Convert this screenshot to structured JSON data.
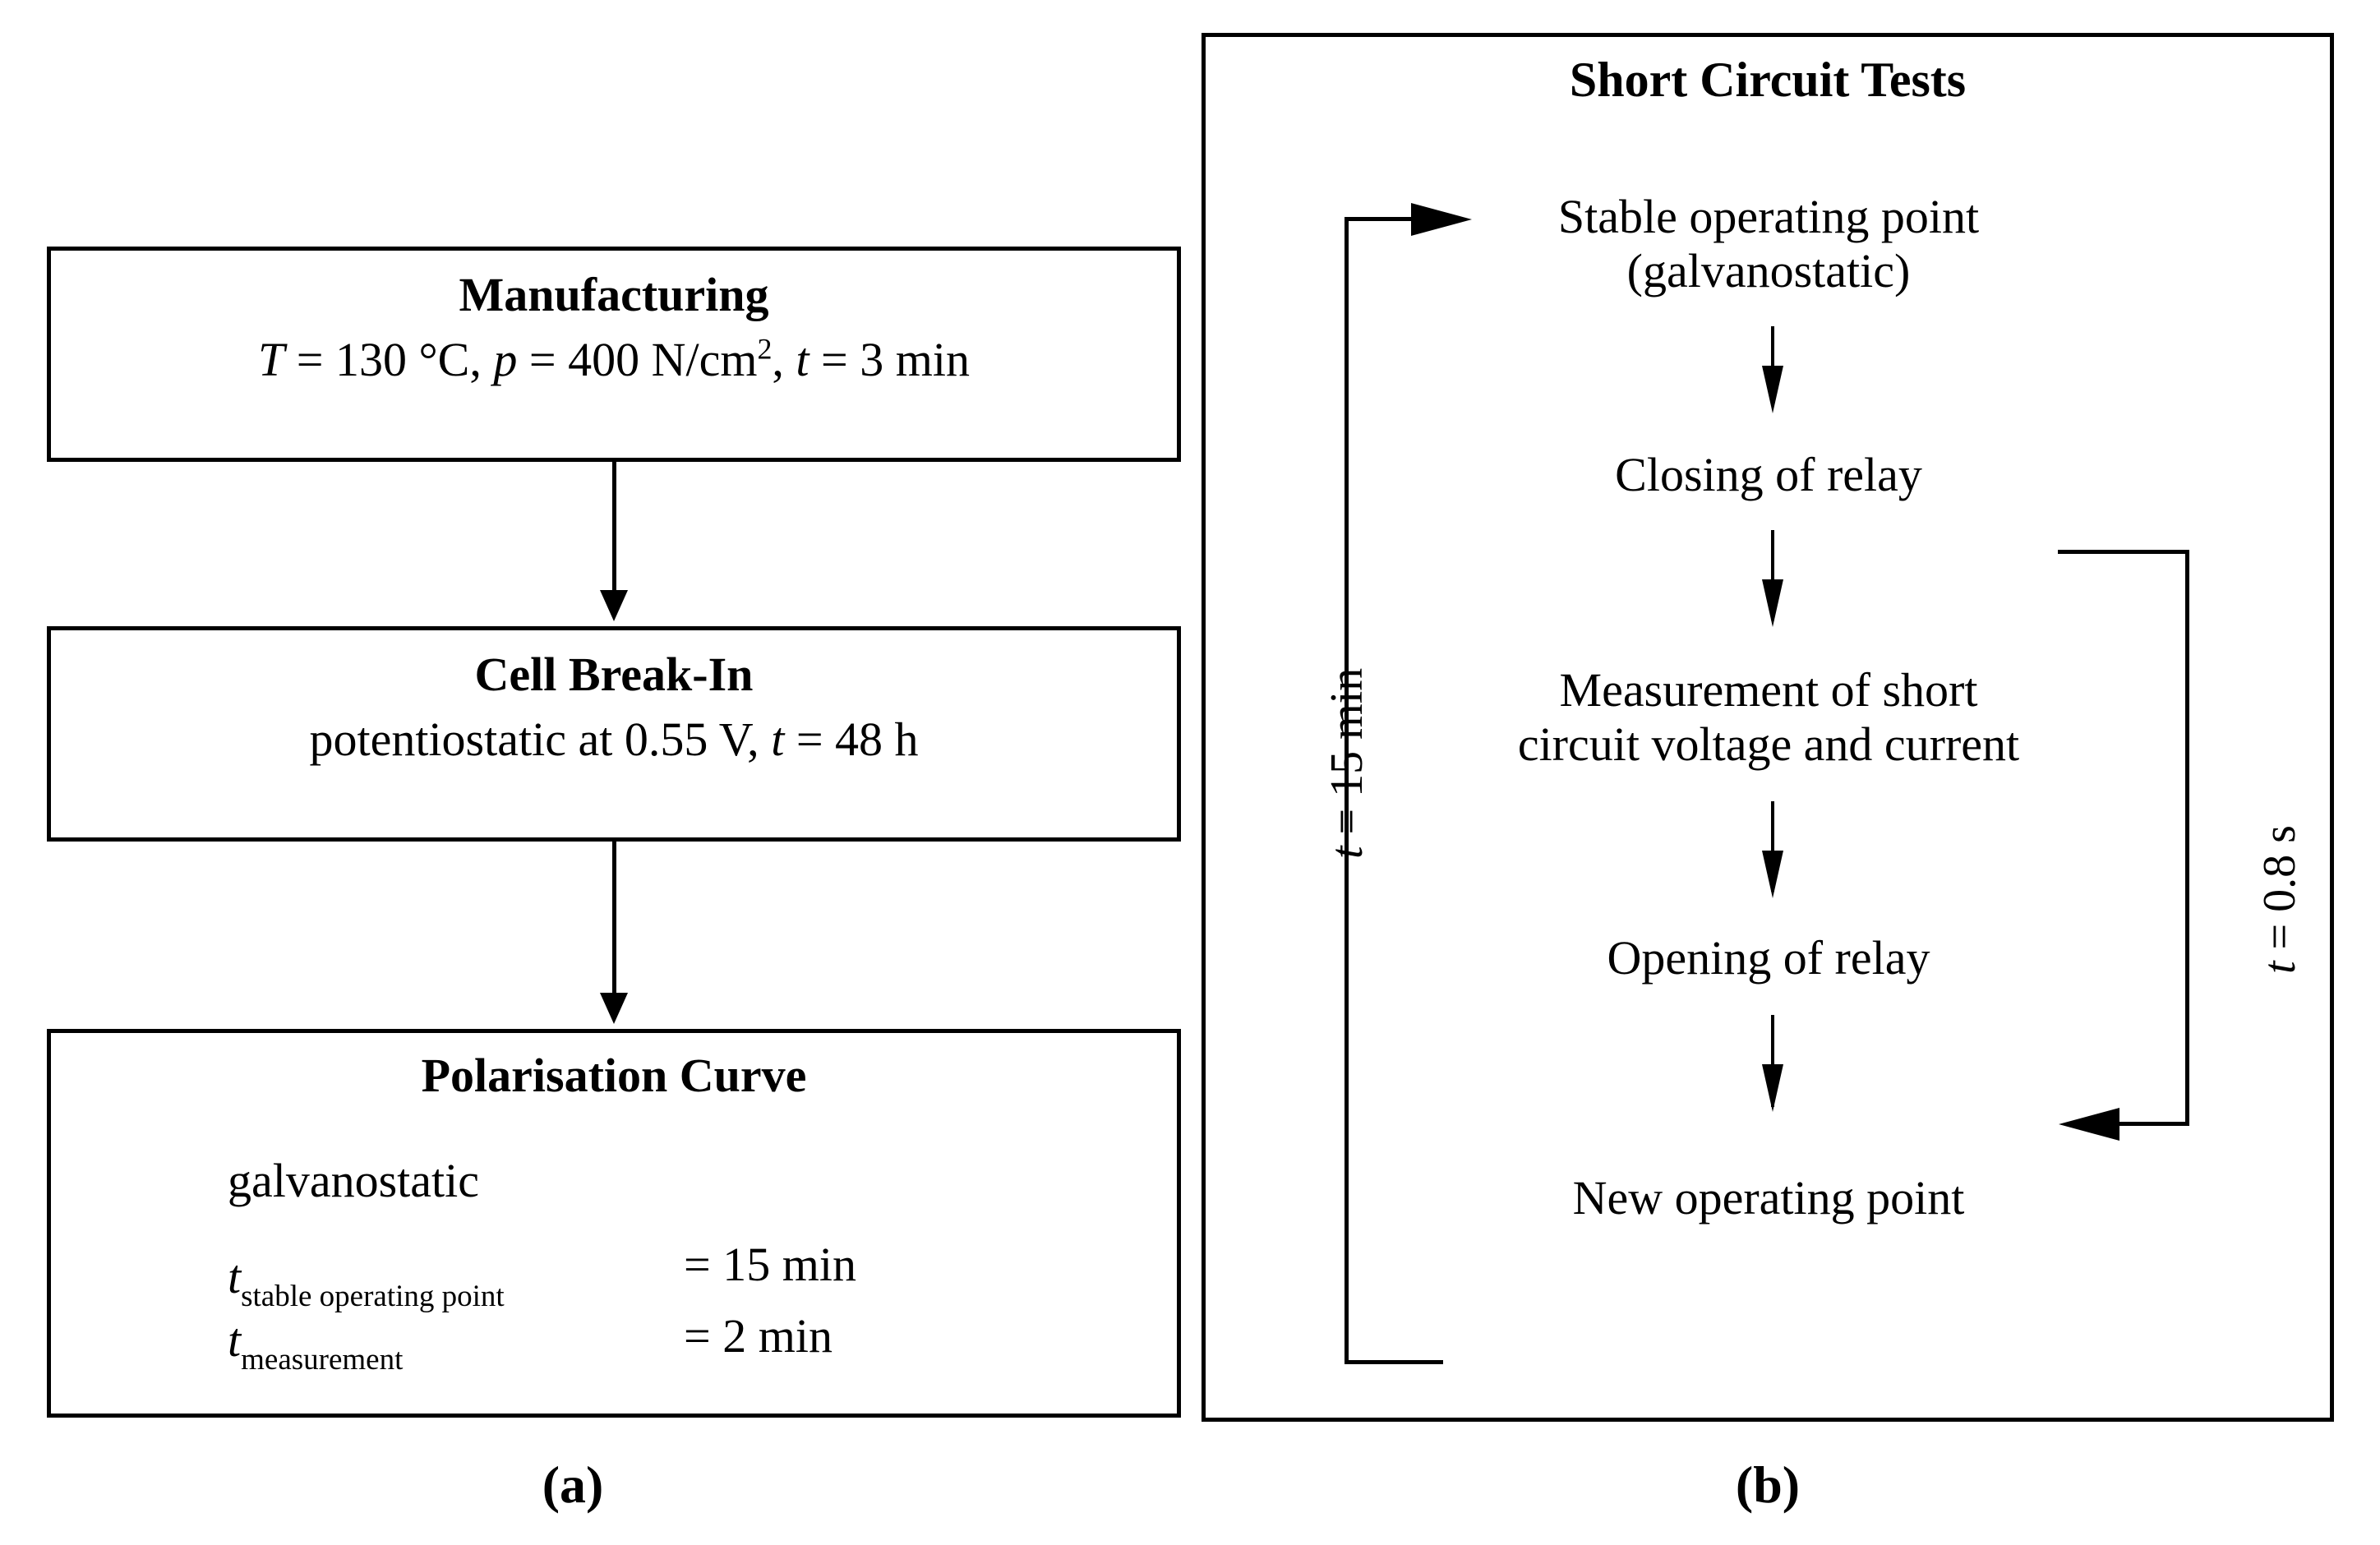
{
  "figure": {
    "panel_a": {
      "caption": "(a)",
      "boxes": [
        {
          "title": "Manufacturing",
          "line_prefix": "T",
          "line_rest": " = 130 °C, ",
          "line_p": "p",
          "line_rest2": " = 400 N/cm",
          "line_sup": "2",
          "line_rest3": ", ",
          "line_t": "t",
          "line_rest4": " = 3 min",
          "detail_plain": "T = 130 °C, p = 400 N/cm², t  = 3 min"
        },
        {
          "title": "Cell Break-In",
          "detail_pre": "potentiostatic at 0.55 V, ",
          "detail_t": "t",
          "detail_post": " = 48 h",
          "detail_plain": "potentiostatic at 0.55 V, t = 48 h"
        },
        {
          "title": "Polarisation Curve",
          "mode": "galvanostatic",
          "params": [
            {
              "symbol": "t",
              "subscript": "stable operating point",
              "value": "= 15 min"
            },
            {
              "symbol": "t",
              "subscript": "measurement",
              "value": "= 2 min"
            }
          ]
        }
      ]
    },
    "panel_b": {
      "caption": "(b)",
      "title": "Short Circuit Tests",
      "nodes": [
        {
          "id": "stable-operating-point",
          "line1": "Stable operating point",
          "line2": "(galvanostatic)"
        },
        {
          "id": "closing-of-relay",
          "line1": "Closing of relay",
          "line2": ""
        },
        {
          "id": "measurement-short-circuit",
          "line1": "Measurement of short",
          "line2": "circuit voltage and current"
        },
        {
          "id": "opening-of-relay",
          "line1": "Opening of relay",
          "line2": ""
        },
        {
          "id": "new-operating-point",
          "line1": "New operating point",
          "line2": ""
        }
      ],
      "loop_labels": {
        "outer_left": {
          "symbol": "t",
          "rest": " = 15 min"
        },
        "inner_right": {
          "symbol": "t",
          "rest": " = 0.8 s"
        }
      }
    }
  },
  "colors": {
    "ink": "#000000",
    "paper": "#ffffff"
  }
}
